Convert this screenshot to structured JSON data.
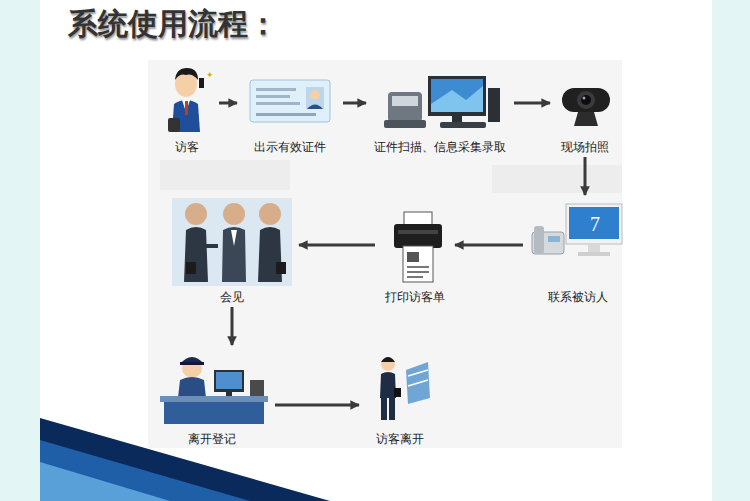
{
  "diagram": {
    "title": "系统使用流程：",
    "nodes": [
      {
        "text": [
          "访客"
        ]
      },
      {
        "text": [
          "出示有效证件"
        ]
      },
      {
        "text": [
          "证件扫描、信息采集录取"
        ]
      },
      {
        "text": [
          "现场拍照"
        ]
      },
      {
        "text": [
          "联系被访人"
        ]
      },
      {
        "text": [
          "打印访客单"
        ]
      },
      {
        "text": [
          "会见"
        ]
      },
      {
        "text": [
          "离开登记"
        ]
      },
      {
        "text": [
          "访客离开"
        ]
      }
    ],
    "edges": [
      {
        "from": 0,
        "to": 1,
        "arrow": "to"
      },
      {
        "from": 1,
        "to": 2,
        "arrow": "to"
      },
      {
        "from": 2,
        "to": 3,
        "arrow": "to"
      },
      {
        "from": 3,
        "to": 4,
        "arrow": "to"
      },
      {
        "from": 4,
        "to": 5,
        "arrow": "to"
      },
      {
        "from": 5,
        "to": 6,
        "arrow": "to"
      },
      {
        "from": 6,
        "to": 7,
        "arrow": "to"
      },
      {
        "from": 7,
        "to": 8,
        "arrow": "to"
      }
    ]
  }
}
